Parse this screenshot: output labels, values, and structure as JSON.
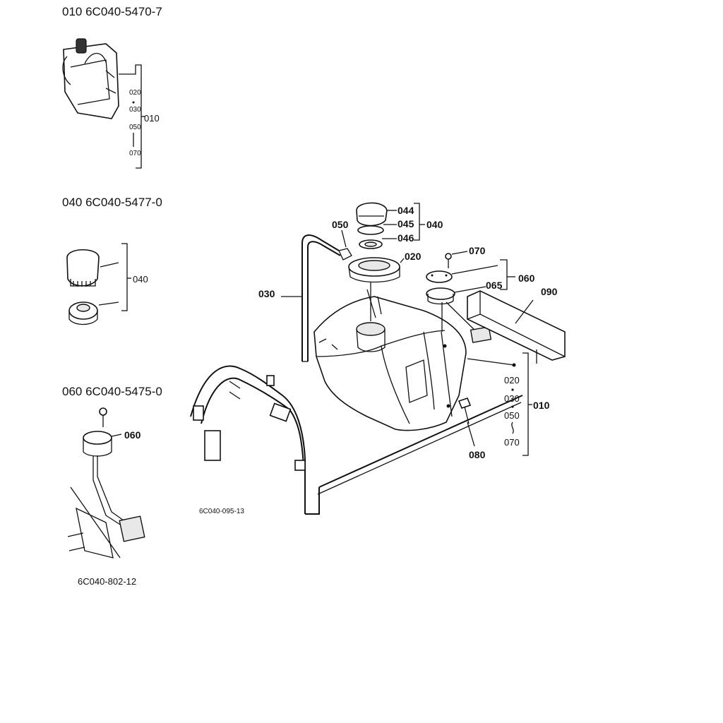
{
  "insets": {
    "tank": {
      "header": "010 6C040-5470-7",
      "callouts": [
        "020",
        "030",
        "050",
        "070"
      ],
      "group": "010"
    },
    "cap": {
      "header": "040 6C040-5477-0",
      "group": "040"
    },
    "gauge": {
      "header": "060 6C040-5475-0",
      "part": "060",
      "footer": "6C040-802-12"
    }
  },
  "main": {
    "labels": {
      "p044": "044",
      "p045": "045",
      "p046": "046",
      "p040": "040",
      "p050": "050",
      "p020": "020",
      "p030": "030",
      "p070": "070",
      "p060": "060",
      "p065": "065",
      "p090": "090",
      "p080": "080",
      "p010": "010"
    },
    "group_callouts": [
      "020",
      "030",
      "050",
      "070"
    ],
    "drawing_code": "6C040-095-13"
  }
}
